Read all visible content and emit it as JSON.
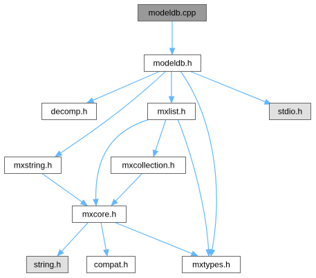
{
  "nodes": [
    {
      "id": "modeldb_cpp",
      "label": "modeldb.cpp",
      "style": "root"
    },
    {
      "id": "modeldb_h",
      "label": "modeldb.h",
      "style": "normal"
    },
    {
      "id": "decomp_h",
      "label": "decomp.h",
      "style": "normal"
    },
    {
      "id": "mxlist_h",
      "label": "mxlist.h",
      "style": "normal"
    },
    {
      "id": "stdio_h",
      "label": "stdio.h",
      "style": "external"
    },
    {
      "id": "mxstring_h",
      "label": "mxstring.h",
      "style": "normal"
    },
    {
      "id": "mxcollection_h",
      "label": "mxcollection.h",
      "style": "normal"
    },
    {
      "id": "mxcore_h",
      "label": "mxcore.h",
      "style": "normal"
    },
    {
      "id": "string_h",
      "label": "string.h",
      "style": "external"
    },
    {
      "id": "compat_h",
      "label": "compat.h",
      "style": "normal"
    },
    {
      "id": "mxtypes_h",
      "label": "mxtypes.h",
      "style": "normal"
    }
  ],
  "edges": [
    {
      "from": "modeldb_cpp",
      "to": "modeldb_h"
    },
    {
      "from": "modeldb_h",
      "to": "decomp_h"
    },
    {
      "from": "modeldb_h",
      "to": "mxlist_h"
    },
    {
      "from": "modeldb_h",
      "to": "stdio_h"
    },
    {
      "from": "modeldb_h",
      "to": "mxstring_h"
    },
    {
      "from": "modeldb_h",
      "to": "mxtypes_h"
    },
    {
      "from": "mxlist_h",
      "to": "mxcollection_h"
    },
    {
      "from": "mxlist_h",
      "to": "mxcore_h"
    },
    {
      "from": "mxlist_h",
      "to": "mxtypes_h"
    },
    {
      "from": "mxstring_h",
      "to": "mxcore_h"
    },
    {
      "from": "mxcollection_h",
      "to": "mxcore_h"
    },
    {
      "from": "mxcore_h",
      "to": "string_h"
    },
    {
      "from": "mxcore_h",
      "to": "compat_h"
    },
    {
      "from": "mxcore_h",
      "to": "mxtypes_h"
    }
  ],
  "colors": {
    "root_fill": "#999999",
    "external_fill": "#e0e0e0",
    "normal_fill": "#ffffff",
    "border": "#666666",
    "edge": "#63b8ff"
  }
}
